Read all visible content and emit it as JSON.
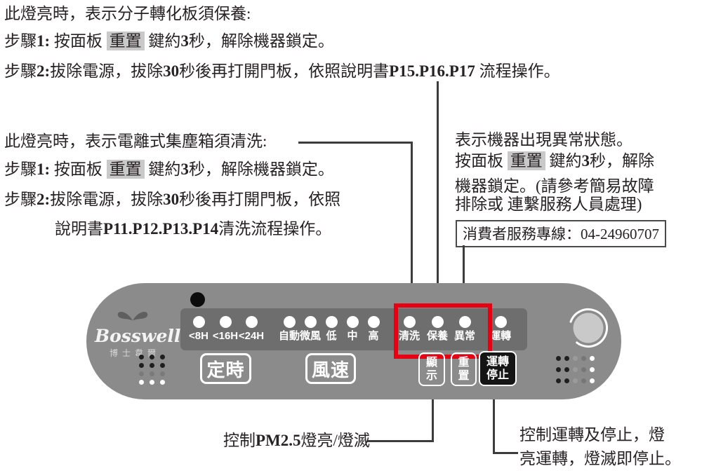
{
  "colors": {
    "panel_body": "#8b8b8b",
    "panel_strip": "#6e6e6e",
    "highlight_red_box": "#e60012",
    "reset_key_highlight": "#c9c9c9",
    "run_stop_button_bg": "#151515",
    "text": "#272223"
  },
  "maintenance_block": {
    "line1": "此燈亮時，表示分子轉化板須保養:",
    "line2": [
      {
        "t": "步驟"
      },
      {
        "t": "1:",
        "b": 1
      },
      {
        "t": " 按面板 "
      },
      {
        "t": "重置",
        "h": 1
      },
      {
        "t": " 鍵約"
      },
      {
        "t": "3",
        "b": 1
      },
      {
        "t": "秒，解除機器鎖定。"
      }
    ],
    "line3": [
      {
        "t": "步驟"
      },
      {
        "t": "2:",
        "b": 1
      },
      {
        "t": "拔除電源，拔除"
      },
      {
        "t": "30",
        "b": 1
      },
      {
        "t": "秒後再打開門板，依照說明書"
      },
      {
        "t": "P15.P16.P17",
        "b": 1
      },
      {
        "t": " 流程操作。"
      }
    ]
  },
  "cleaning_block": {
    "line1": "此燈亮時，表示電離式集塵箱須清洗:",
    "line2": [
      {
        "t": "步驟"
      },
      {
        "t": "1:",
        "b": 1
      },
      {
        "t": " 按面板 "
      },
      {
        "t": "重置",
        "h": 1
      },
      {
        "t": " 鍵約"
      },
      {
        "t": "3",
        "b": 1
      },
      {
        "t": "秒，解除機器鎖定。"
      }
    ],
    "line3": [
      {
        "t": "步驟"
      },
      {
        "t": "2:",
        "b": 1
      },
      {
        "t": "拔除電源，拔除"
      },
      {
        "t": "30",
        "b": 1
      },
      {
        "t": "秒後再打開門板，依照"
      }
    ],
    "line4": [
      {
        "t": "說明書"
      },
      {
        "t": "P11.P12.P13.P14",
        "b": 1
      },
      {
        "t": "清洗流程操作。"
      }
    ]
  },
  "abnormal_block": {
    "line1": "表示機器出現異常狀態。",
    "line2": [
      {
        "t": "按面板 "
      },
      {
        "t": "重置",
        "h": 1
      },
      {
        "t": " 鍵約"
      },
      {
        "t": "3",
        "b": 1
      },
      {
        "t": "秒，解除"
      }
    ],
    "line3": "機器鎖定。(請參考簡易故障",
    "line4": "排除或 連繫服務人員處理)",
    "hotline": "消費者服務專線：04-24960707"
  },
  "bottom_notes": {
    "display_note": [
      {
        "t": "控制"
      },
      {
        "t": "PM2.5",
        "b": 1
      },
      {
        "t": "燈亮/燈滅"
      }
    ],
    "power_note_line1": "控制運轉及停止，燈",
    "power_note_line2": "亮運轉，燈滅即停止。"
  },
  "panel": {
    "brand": {
      "name": "Bosswell",
      "chinese": "博士韋爾",
      "ornament": "leaf-swirl-icon"
    },
    "lights": [
      {
        "label": "<8H"
      },
      {
        "label": "<16H"
      },
      {
        "label": "<24H"
      },
      {
        "label": "自動"
      },
      {
        "label": "微風"
      },
      {
        "label": "低"
      },
      {
        "label": "中"
      },
      {
        "label": "高"
      },
      {
        "label": "清洗"
      },
      {
        "label": "保養"
      },
      {
        "label": "異常"
      },
      {
        "label": "運轉"
      }
    ],
    "buttons": {
      "timer": "定時",
      "fan_speed": "風速",
      "display_line1": "顯",
      "display_line2": "示",
      "reset_line1": "重",
      "reset_line2": "置",
      "run_stop_line1": "運轉",
      "run_stop_line2": "停止"
    }
  }
}
